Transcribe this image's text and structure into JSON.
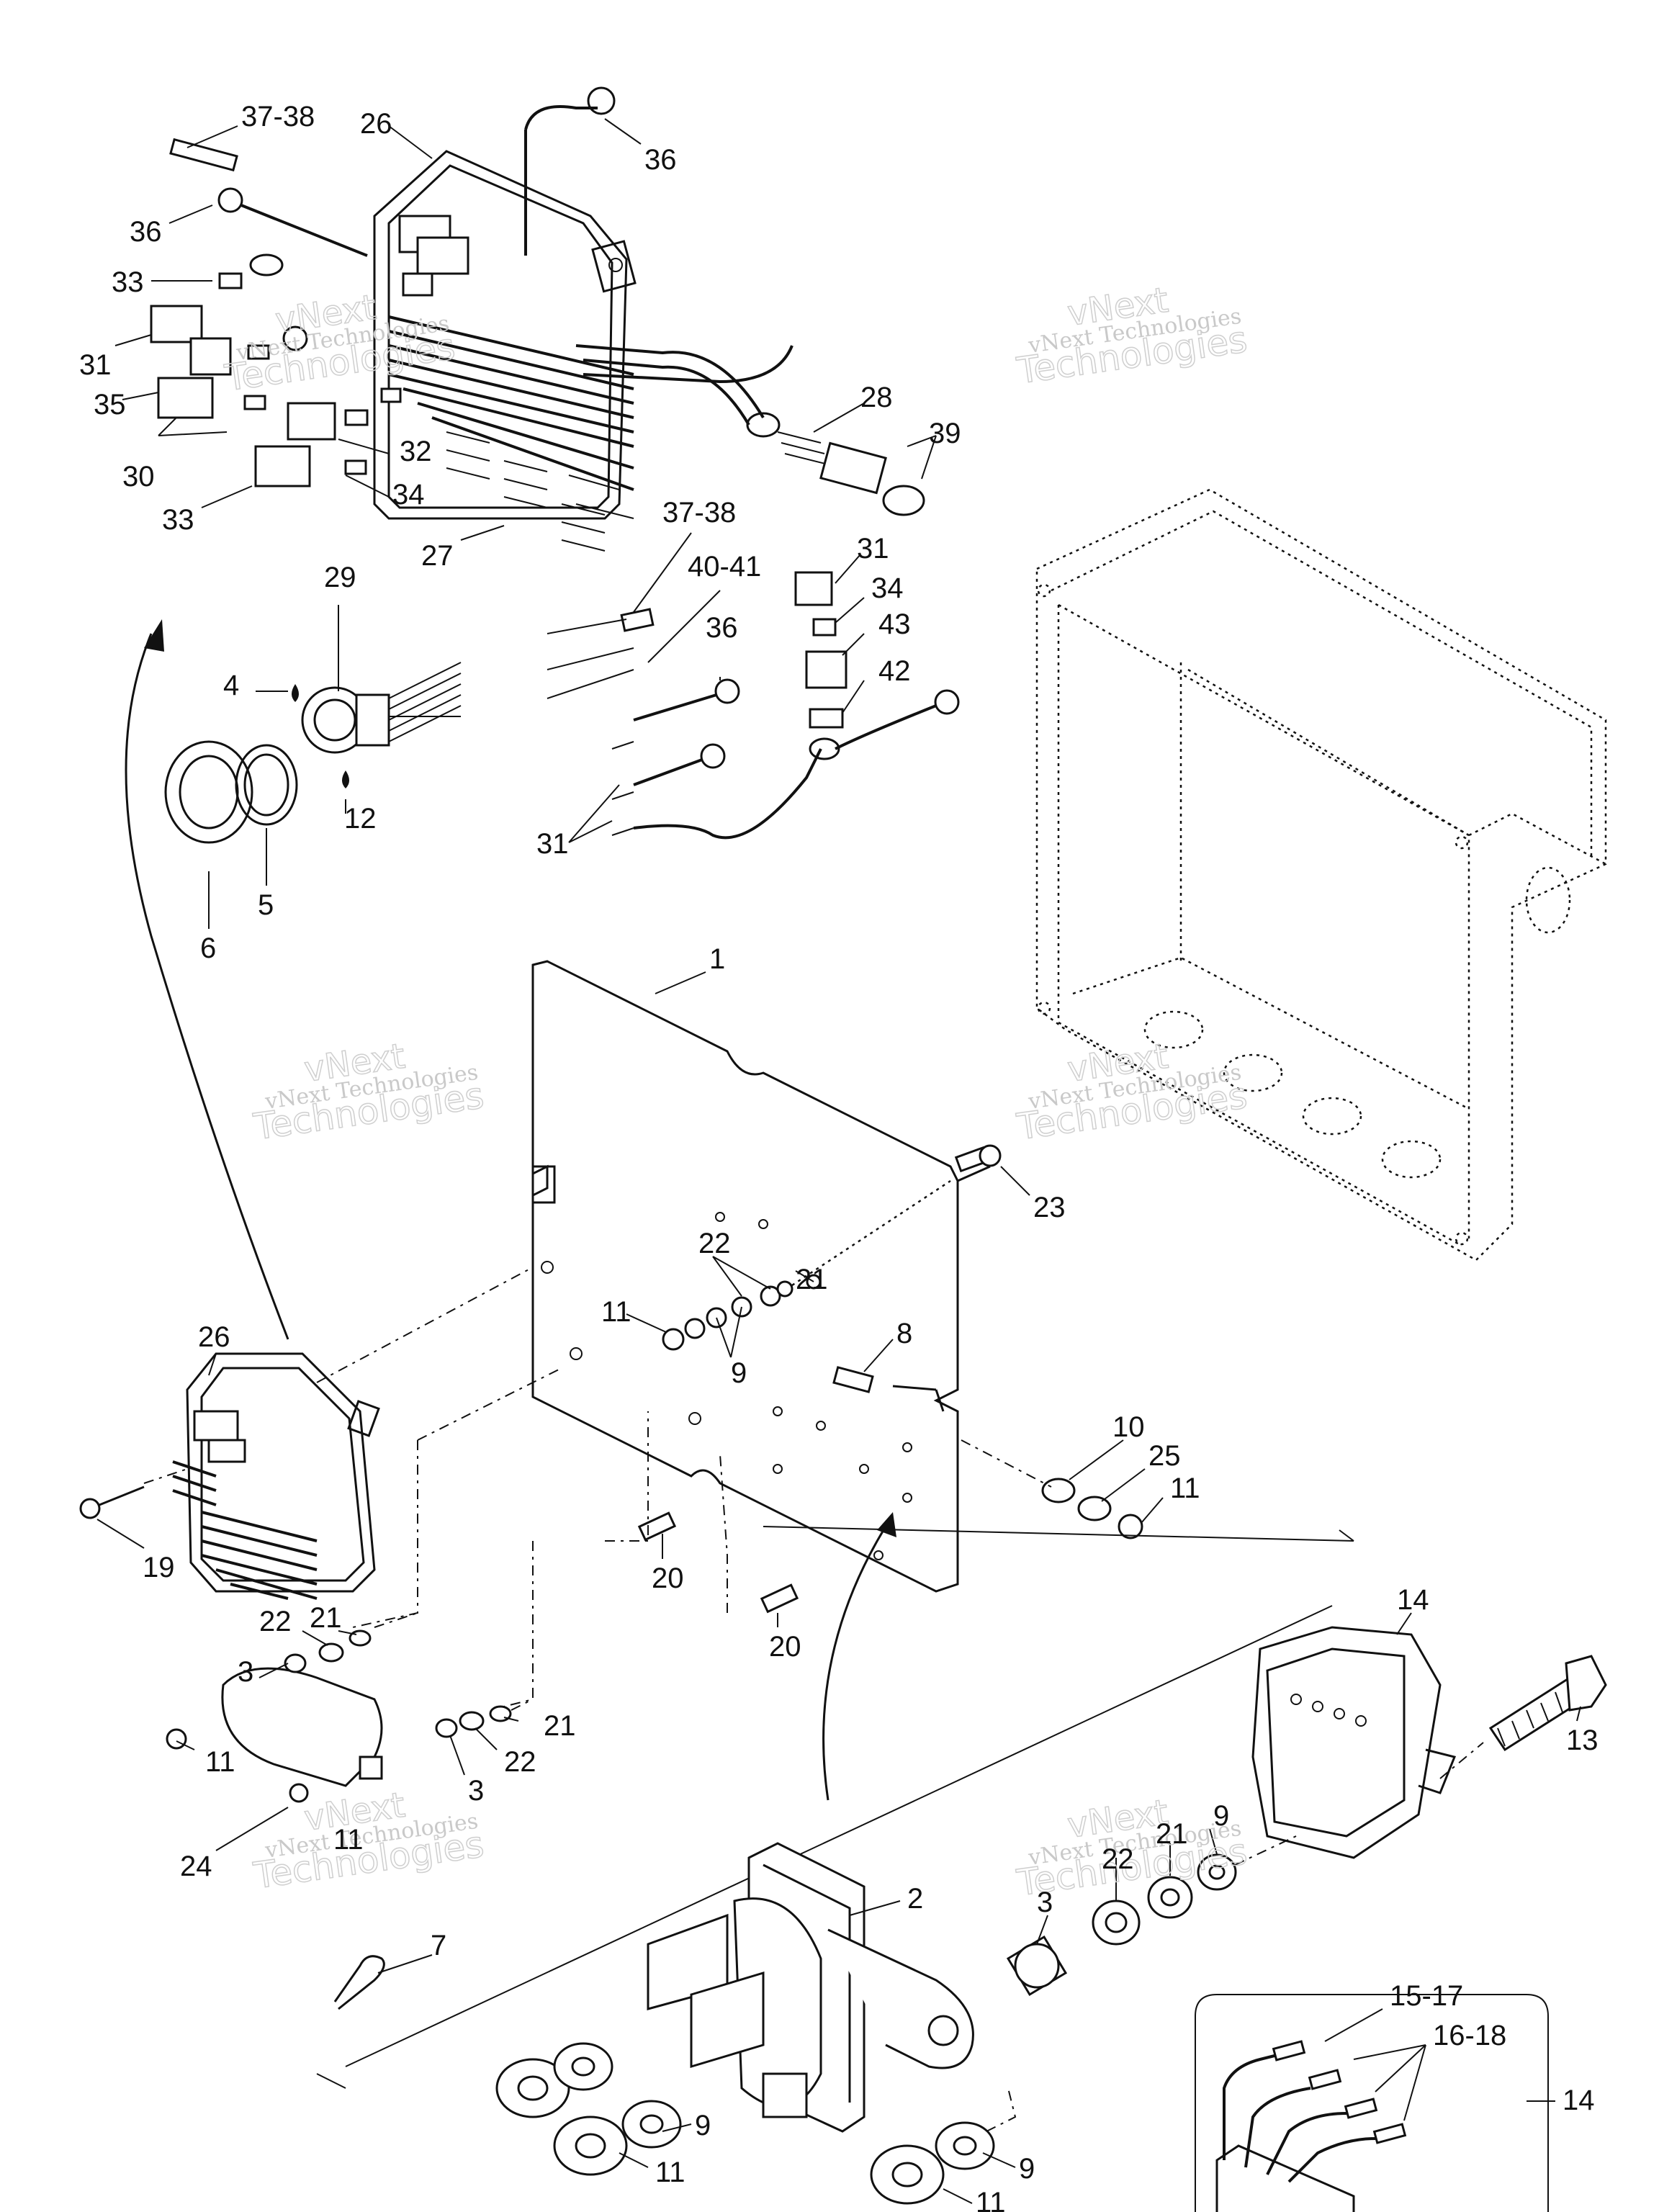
{
  "labels": {
    "l37_38_top": "37-38",
    "l26_top": "26",
    "l36_top_right": "36",
    "l36_top_left": "36",
    "l33_top": "33",
    "l31_top": "31",
    "l35": "35",
    "l28": "28",
    "l39": "39",
    "l32": "32",
    "l30": "30",
    "l34_left": "34",
    "l33_bottom": "33",
    "l27": "27",
    "l37_38_mid": "37-38",
    "l40_41": "40-41",
    "l31_right": "31",
    "l34_right": "34",
    "l43": "43",
    "l42": "42",
    "l29": "29",
    "l4": "4",
    "l36_mid": "36",
    "l12": "12",
    "l6": "6",
    "l5": "5",
    "l31_bottom": "31",
    "l1": "1",
    "l23": "23",
    "l22_mid": "22",
    "l21_mid": "21",
    "l11_mid": "11",
    "l9_mid": "9",
    "l8": "8",
    "l26_mid": "26",
    "l10": "10",
    "l25": "25",
    "l11_right": "11",
    "l19": "19",
    "l20_a": "20",
    "l20_b": "20",
    "l22_low": "22",
    "l21_low": "21",
    "l3_low": "3",
    "l11_low": "11",
    "l21_low2": "21",
    "l22_low2": "22",
    "l3_low2": "3",
    "l24": "24",
    "l11_low2": "11",
    "l14_top": "14",
    "l13": "13",
    "l9_right": "9",
    "l21_right": "21",
    "l22_right": "22",
    "l3_right": "3",
    "l2": "2",
    "l7": "7",
    "l15_17": "15-17",
    "l16_18": "16-18",
    "l14_bottom": "14",
    "l9_b1": "9",
    "l11_b1": "11",
    "l9_b2": "9",
    "l11_b2": "11"
  },
  "watermark": {
    "line1": "vNext Technologies",
    "outline1": "vNext",
    "outline2": "Technologies"
  }
}
